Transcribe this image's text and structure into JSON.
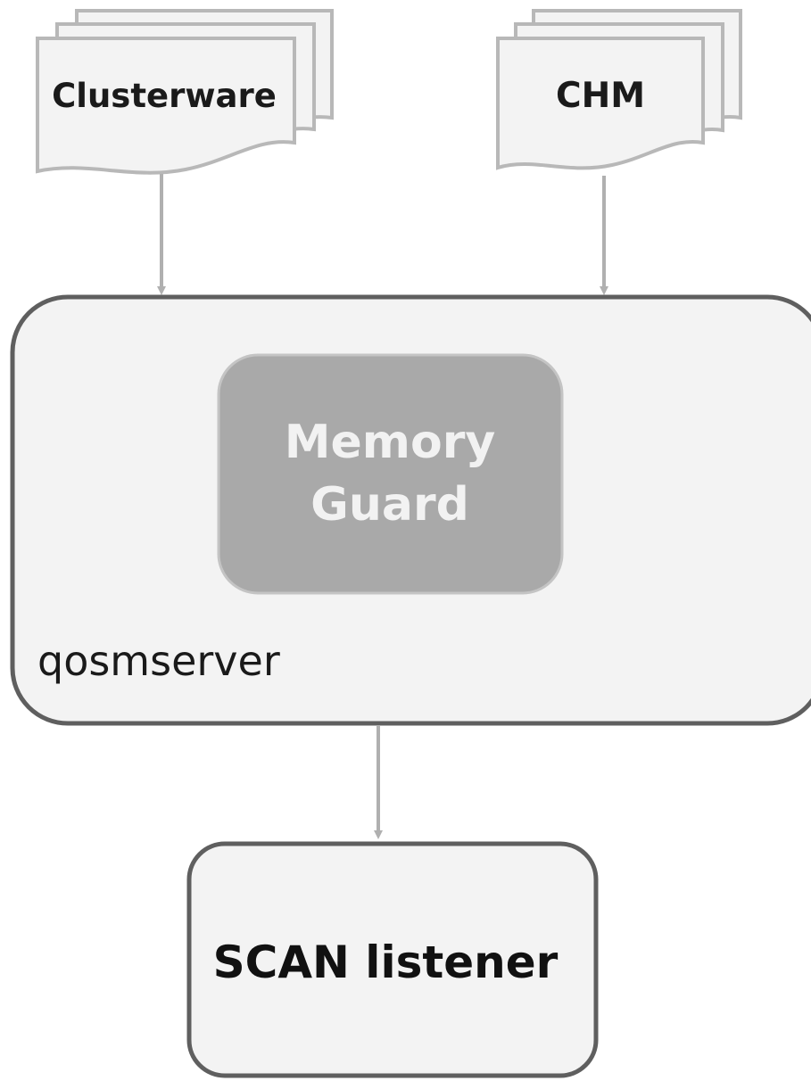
{
  "diagram": {
    "sources": {
      "clusterware": {
        "label": "Clusterware"
      },
      "chm": {
        "label": "CHM"
      }
    },
    "qosmserver": {
      "label": "qosmserver",
      "inner": {
        "line1": "Memory",
        "line2": "Guard"
      }
    },
    "scan_listener": {
      "label": "SCAN listener"
    },
    "colors": {
      "stroke": "#5f5f5f",
      "doc_stroke": "#b8b8b8",
      "arrow": "#b0b0b0",
      "fill_light": "#f3f3f3",
      "memory_guard_fill": "#a9a9a9",
      "memory_guard_stroke": "#c4c4c4"
    }
  }
}
